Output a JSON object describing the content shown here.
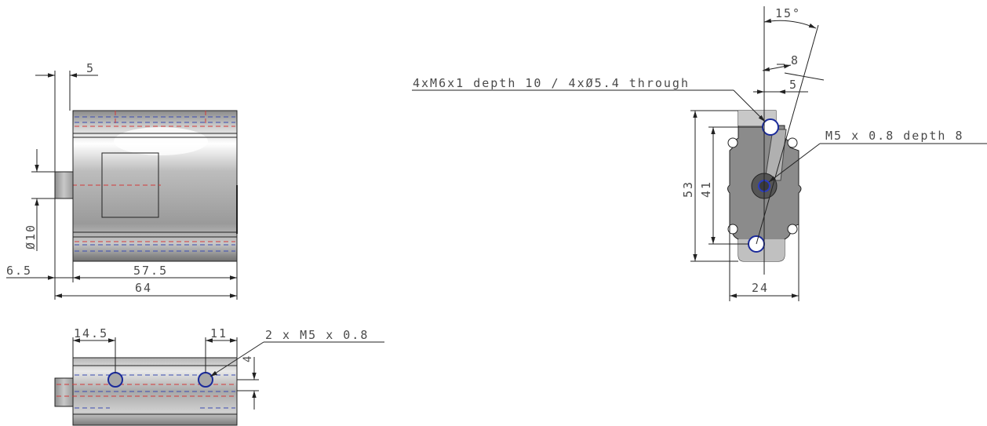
{
  "side_view": {
    "dim_top": "5",
    "dim_diameter": "Ø10",
    "dim_left_offset": "6.5",
    "dim_body_length": "57.5",
    "dim_total_length": "64"
  },
  "bottom_view": {
    "dim_left_hole": "14.5",
    "dim_right_hole": "11",
    "dim_small": "4",
    "callout_holes": "2 x M5 x 0.8"
  },
  "end_view": {
    "callout_mount_holes": "4xM6x1 depth 10 / 4xØ5.4 through",
    "callout_center_hole": "M5 x 0.8 depth 8",
    "dim_angle": "15°",
    "dim_offset_8": "8",
    "dim_offset_5": "5",
    "dim_height_53": "53",
    "dim_height_41": "41",
    "dim_width_24": "24"
  },
  "colors": {
    "outline": "#222222",
    "hidden_blue": "#3a4bb0",
    "hidden_red": "#d23a3a",
    "metal_dark": "#7d7d7d",
    "metal_light": "#e6e6e6"
  }
}
